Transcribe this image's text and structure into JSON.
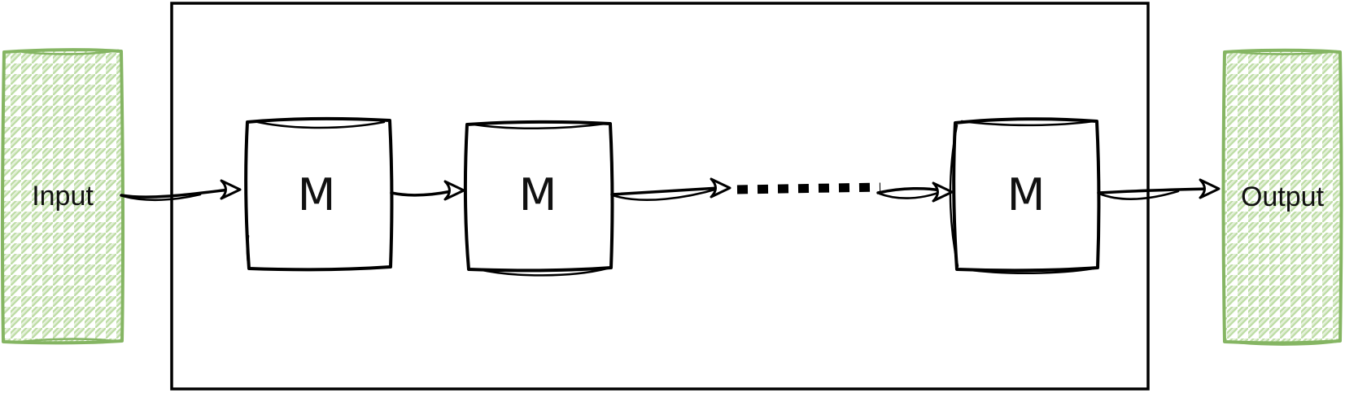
{
  "diagram": {
    "input": {
      "label": "Input"
    },
    "output": {
      "label": "Output"
    },
    "modules": [
      {
        "label": "M"
      },
      {
        "label": "M"
      },
      {
        "label": "M"
      }
    ],
    "colors": {
      "io_border": "#85b563",
      "io_hatch": "#bedda6",
      "line": "#000000",
      "text": "#111111",
      "background": "#ffffff"
    }
  }
}
